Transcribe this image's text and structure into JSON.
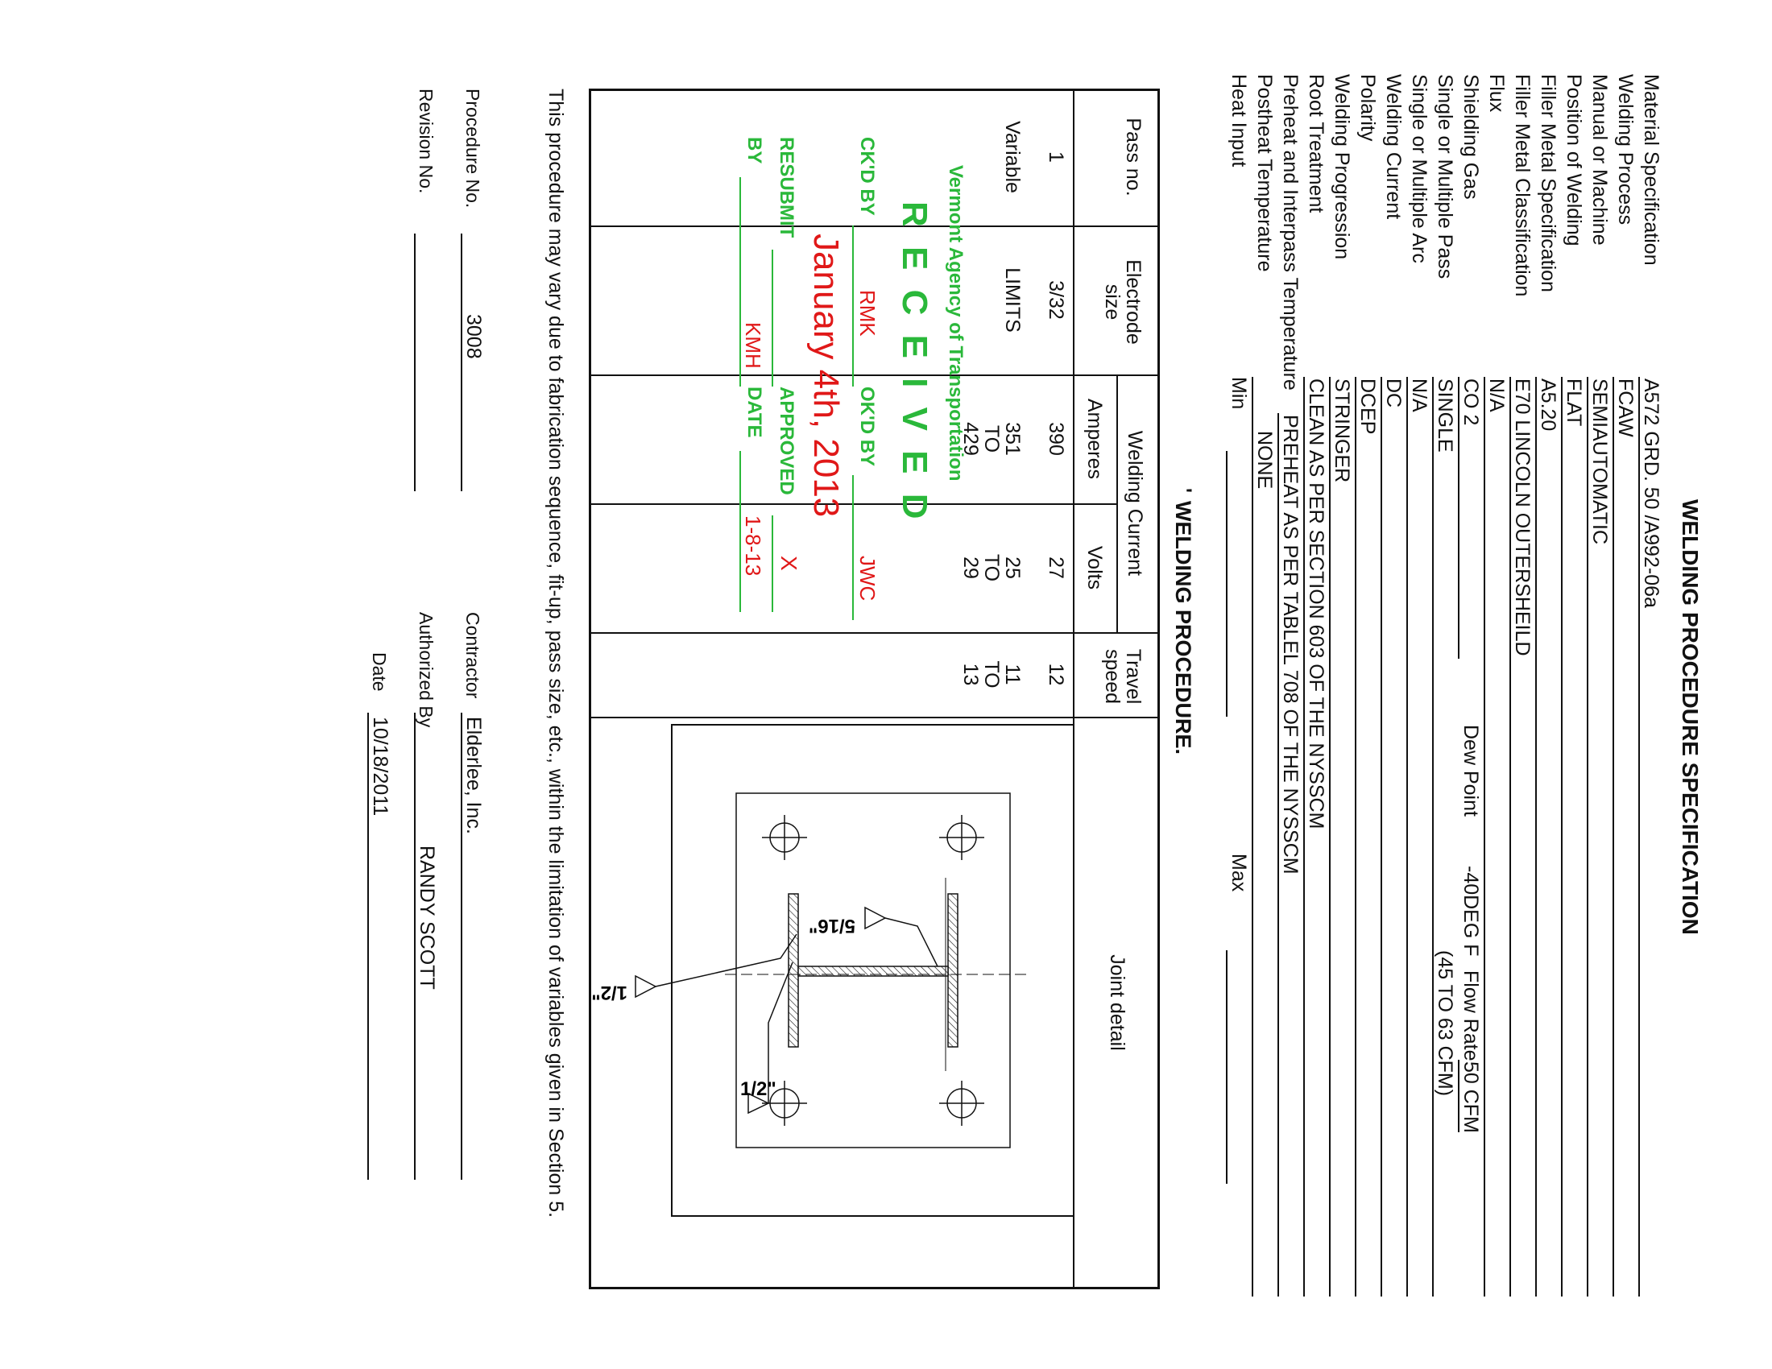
{
  "title": "WELDING PROCEDURE SPECIFICATION",
  "specs": [
    {
      "label": "Material Specification",
      "value": "A572 GRD. 50 /A992-06a"
    },
    {
      "label": "Welding Process",
      "value": "FCAW"
    },
    {
      "label": "Manual or Machine",
      "value": "SEMIAUTOMATIC"
    },
    {
      "label": "Position of Welding",
      "value": "FLAT"
    },
    {
      "label": "Filler Metal Specification",
      "value": "A5.20"
    },
    {
      "label": "Filler Metal Classification",
      "value": "E70 LINCOLN OUTERSHEILD"
    },
    {
      "label": "Flux",
      "value": "N/A"
    },
    {
      "label": "Shielding Gas",
      "value": "CO 2"
    },
    {
      "label": "Single or Multiple Pass",
      "value": "SINGLE"
    },
    {
      "label": "Single or Multiple Arc",
      "value": "N/A"
    },
    {
      "label": "Welding Current",
      "value": "DC"
    },
    {
      "label": "Polarity",
      "value": "DCEP"
    },
    {
      "label": "Welding Progression",
      "value": "STRINGER"
    },
    {
      "label": "Root Treatment",
      "value": "CLEAN AS PER SECTION 603 OF THE NYSSCM"
    },
    {
      "label": "Preheat and Interpass Temperature",
      "value": "PREHEAT AS PER TABLEL 708 OF THE NYSSCM"
    },
    {
      "label": "Postheat Temperature",
      "value": "NONE"
    },
    {
      "label": "Heat Input",
      "value": ""
    }
  ],
  "gas": {
    "dew_point_label": "Dew Point",
    "dew_point_value": "-40DEG F",
    "flow_rate_label": "Flow Rate",
    "flow_rate_value": "50 CFM",
    "flow_range": "(45 TO 63 CFM)"
  },
  "heat_input": {
    "min_label": "Min",
    "max_label": "Max"
  },
  "procedure": {
    "heading": "WELDING PROCEDURE.",
    "mark": "'",
    "col_pass": "Pass no.",
    "col_electrode": "Electrode size",
    "col_current": "Welding Current",
    "col_amperes": "Amperes",
    "col_volts": "Volts",
    "col_travel": "Travel speed",
    "col_joint": "Joint detail",
    "row1": {
      "pass": "1",
      "electrode": "3/32",
      "amperes": "390",
      "volts": "27",
      "travel": "12"
    },
    "row2": {
      "pass": "Variable",
      "electrode": "LIMITS",
      "amperes": [
        "351",
        "TO",
        "429"
      ],
      "volts": [
        "25",
        "TO",
        "29"
      ],
      "travel": [
        "11",
        "TO",
        "13"
      ]
    }
  },
  "joint_detail": {
    "weld1": "1/2\"",
    "weld2": "5/16\"",
    "weld3": "1/2\""
  },
  "stamp": {
    "agency": "Vermont Agency of Transportation",
    "received": "R E C E I V E D",
    "ckd_by_label": "CK'D BY",
    "ckd_by_value": "RMK",
    "okd_by_label": "OK'D BY",
    "okd_by_value": "JWC",
    "date_handwritten": "January 4th, 2013",
    "resubmit_label": "RESUBMIT",
    "approved_label": "APPROVED",
    "approved_mark": "X",
    "by_label": "BY",
    "by_value": "KMH",
    "date_label": "DATE",
    "date_value": "1-8-13"
  },
  "note": "This procedure may vary due to fabrication sequence, fit-up, pass size, etc., within the limitation of variables given in Section 5.",
  "footer": {
    "procedure_no_label": "Procedure No.",
    "procedure_no_value": "3008",
    "revision_no_label": "Revision No.",
    "revision_no_value": "",
    "contractor_label": "Contractor",
    "contractor_value": "Elderlee, Inc.",
    "authorized_label": "Authorized By",
    "authorized_value": "RANDY SCOTT",
    "date_label": "Date",
    "date_value": "10/18/2011"
  }
}
